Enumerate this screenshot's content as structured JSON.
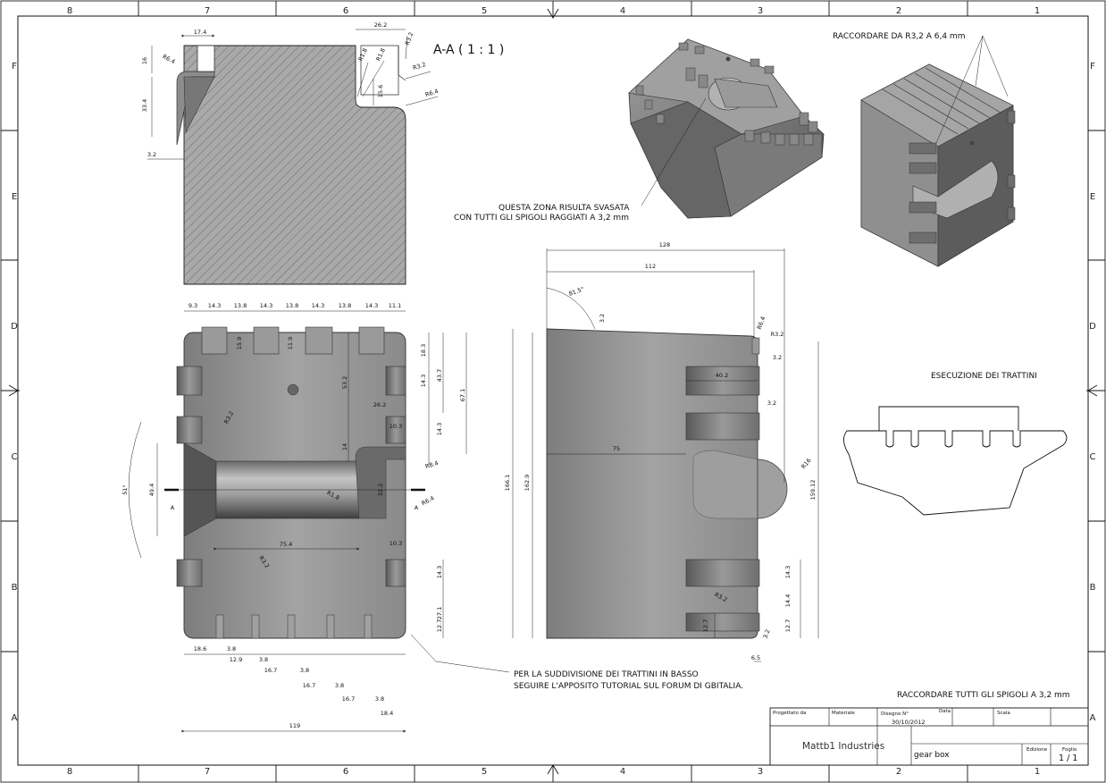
{
  "border": {
    "top_cols": [
      "8",
      "7",
      "6",
      "5",
      "4",
      "3",
      "2",
      "1"
    ],
    "side_rows": [
      "F",
      "E",
      "D",
      "C",
      "B",
      "A"
    ]
  },
  "section_view": {
    "title": "A-A ( 1 : 1 )",
    "dims": [
      "17.4",
      "16",
      "R6.4",
      "33.4",
      "3.2",
      "26.2",
      "R1.8",
      "R1.8",
      "R3.2",
      "R3.2",
      "15.6",
      "R6.4"
    ]
  },
  "notes": {
    "raccordare_top": "RACCORDARE DA R3,2 A 6,4 mm",
    "svasata_line1": "QUESTA ZONA RISULTA SVASATA",
    "svasata_line2": "CON TUTTI GLI SPIGOLI RAGGIATI A 3,2 mm",
    "trattini_title": "ESECUZIONE DEI TRATTINI",
    "suddivisione_line1": "PER LA SUDDIVISIONE DEI TRATTINI IN BASSO",
    "suddivisione_line2": "SEGUIRE L'APPOSITO TUTORIAL SUL FORUM DI GBITALIA.",
    "raccordare_all": "RACCORDARE TUTTI GLI SPIGOLI A 3,2 mm"
  },
  "front_view": {
    "top_dims": [
      "9.3",
      "14.3",
      "13.8",
      "14.3",
      "13.8",
      "14.3",
      "13.8",
      "14.3",
      "11.1"
    ],
    "dims": [
      "15.9",
      "11.9",
      "53.2",
      "18.3",
      "14.3",
      "43.7",
      "67.1",
      "26.2",
      "10.3",
      "14.3",
      "14",
      "R3.2",
      "R8.4",
      "49.4",
      "51°",
      "32.2",
      "R1.8",
      "R6.4",
      "75.4",
      "R3.2",
      "10.3",
      "14.3",
      "27.1",
      "12.7",
      "119"
    ],
    "bottom_dims": [
      "18.6",
      "3.8",
      "12.9",
      "3.8",
      "16.7",
      "3.8",
      "16.7",
      "3.8",
      "16.7",
      "3.8",
      "18.4"
    ],
    "section_markers": [
      "A",
      "A"
    ]
  },
  "side_view": {
    "dims": [
      "128",
      "112",
      "81.5°",
      "3.2",
      "R6.4",
      "R3.2",
      "3.2",
      "40.2",
      "3.2",
      "75",
      "166.1",
      "162.9",
      "R16",
      "159.12",
      "14.3",
      "14.4",
      "12.7",
      "R3.2",
      "12.7",
      "3.2",
      "6.5"
    ]
  },
  "title_block": {
    "progettato_da_label": "Progettato da",
    "materiale_label": "Materiale",
    "disegno_label": "Disegno N°",
    "data_label": "Data",
    "scala_label": "Scala",
    "date": "30/10/2012",
    "company": "Mattb1 Industries",
    "part_name": "gear box",
    "edizione_label": "Edizione",
    "foglio_label": "Foglio",
    "foglio": "1 / 1"
  },
  "colors": {
    "part_fill": "#8e8e8e",
    "part_dark": "#5f5f5f",
    "part_light": "#b4b4b4",
    "hatch": "#606060",
    "line": "#111111"
  }
}
